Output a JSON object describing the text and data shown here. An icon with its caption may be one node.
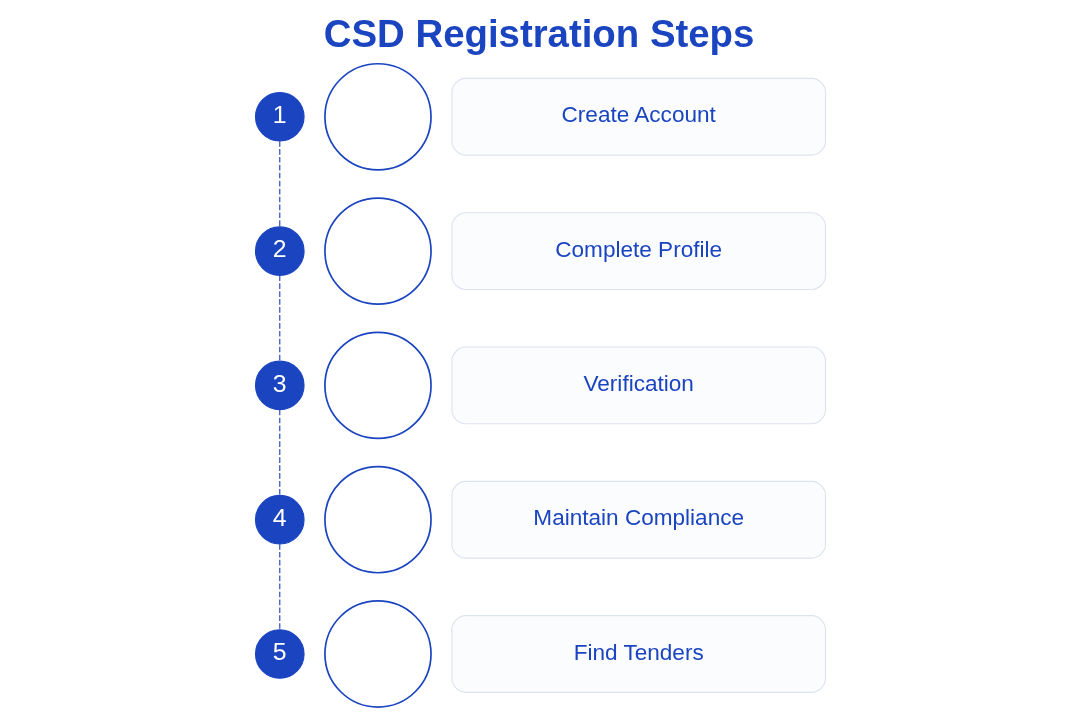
{
  "diagram": {
    "title": "CSD Registration Steps",
    "nodes": [
      {
        "text": [
          "1"
        ]
      },
      {
        "text": [],
        "shape": "circle"
      },
      {
        "text": [
          "Create Account"
        ]
      },
      {
        "text": [
          "2"
        ]
      },
      {
        "text": [],
        "shape": "circle"
      },
      {
        "text": [
          "Complete Profile"
        ]
      },
      {
        "text": [
          "3"
        ]
      },
      {
        "text": [],
        "shape": "circle"
      },
      {
        "text": [
          "Verification"
        ]
      },
      {
        "text": [
          "4"
        ]
      },
      {
        "text": [],
        "shape": "circle"
      },
      {
        "text": [
          "Maintain Compliance"
        ]
      },
      {
        "text": [
          "5"
        ]
      },
      {
        "text": [],
        "shape": "circle"
      },
      {
        "text": [
          "Find Tenders"
        ]
      }
    ],
    "edges": [
      {
        "from": 0,
        "to": 3,
        "arrow": "none",
        "style": "dashed"
      },
      {
        "from": 3,
        "to": 6,
        "arrow": "none",
        "style": "dashed"
      },
      {
        "from": 6,
        "to": 9,
        "arrow": "none",
        "style": "dashed"
      },
      {
        "from": 9,
        "to": 12,
        "arrow": "none",
        "style": "dashed"
      }
    ]
  }
}
